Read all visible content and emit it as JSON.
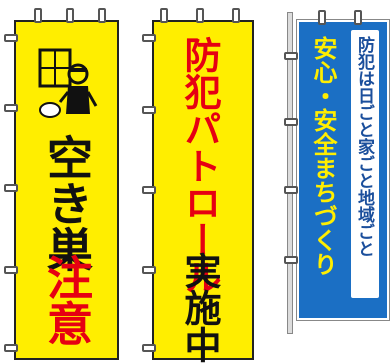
{
  "colors": {
    "flag_yellow": "#ffee00",
    "text_black": "#111111",
    "text_red": "#e60012",
    "flag_blue": "#1b6fc4",
    "text_yellow": "#ffee00",
    "stripe_white": "#ffffff"
  },
  "banners": [
    {
      "illustration": "burglar-illustration",
      "text_black": "空き巣",
      "text_red": "注意"
    },
    {
      "text_red": "防犯パトロール",
      "text_black": "実施中"
    },
    {
      "text_main": "安心・安全まちづくり",
      "text_stripe": "防犯は日ごと家ごと地域ごと"
    }
  ]
}
